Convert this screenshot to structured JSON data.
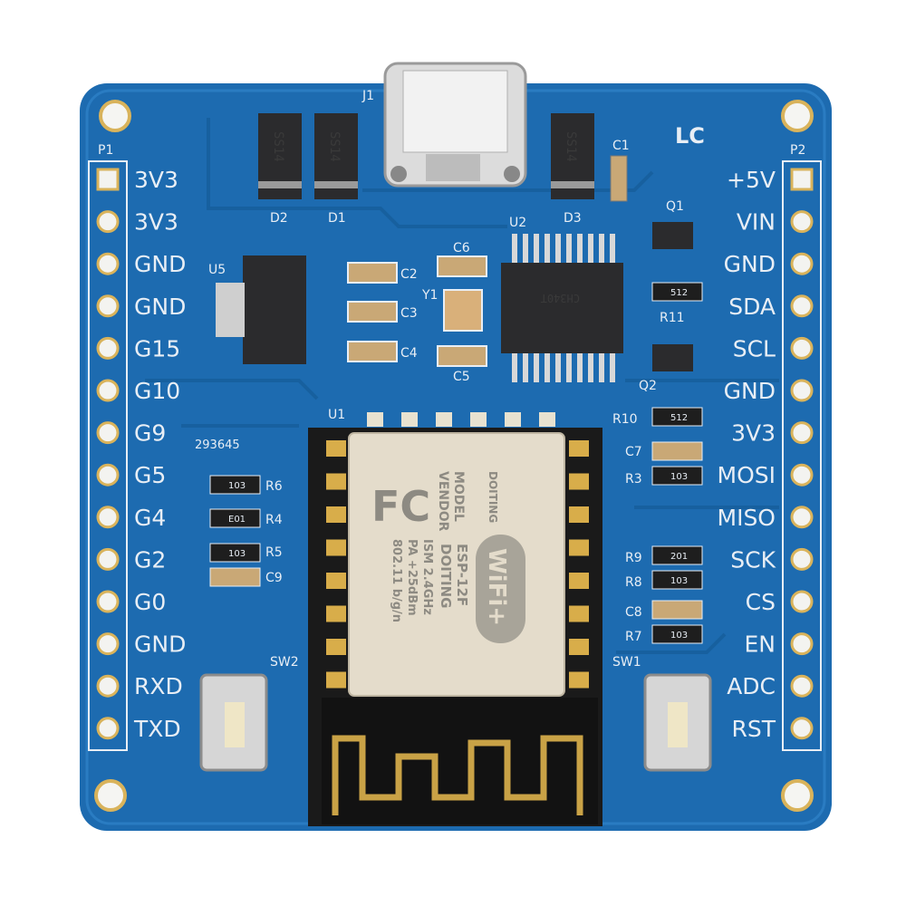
{
  "board": {
    "colors": {
      "pcb": "#1d6bb0",
      "pcb_dark": "#16568f",
      "silk": "#e8eef5",
      "gold": "#d8ad4a",
      "module_shield": "#e4dccb",
      "chip": "#2b2b2d"
    },
    "brand_mark": "LC",
    "header_left": {
      "ref": "P1",
      "pins": [
        "3V3",
        "3V3",
        "GND",
        "GND",
        "G15",
        "G10",
        "G9",
        "G5",
        "G4",
        "G2",
        "G0",
        "GND",
        "RXD",
        "TXD"
      ]
    },
    "header_right": {
      "ref": "P2",
      "pins": [
        "+5V",
        "VIN",
        "GND",
        "SDA",
        "SCL",
        "GND",
        "3V3",
        "MOSI",
        "MISO",
        "SCK",
        "CS",
        "EN",
        "ADC",
        "RST"
      ]
    },
    "refs": {
      "j1": "J1",
      "d1": "D1",
      "d2": "D2",
      "d3": "D3",
      "c1": "C1",
      "q1": "Q1",
      "q2": "Q2",
      "u2": "U2",
      "u5": "U5",
      "u1": "U1",
      "c2": "C2",
      "c3": "C3",
      "c4": "C4",
      "c5": "C5",
      "c6": "C6",
      "c7": "C7",
      "c8": "C8",
      "c9": "C9",
      "y1": "Y1",
      "r3": "R3",
      "r4": "R4",
      "r5": "R5",
      "r6": "R6",
      "r7": "R7",
      "r8": "R8",
      "r9": "R9",
      "r10": "R10",
      "r11": "R11",
      "sw1": "SW1",
      "sw2": "SW2"
    },
    "board_code": "293645",
    "diode_marking": "SS14",
    "usb_chip_marking": "CH340T",
    "resistor_codes": {
      "r11": "512",
      "r10": "512",
      "r3": "103",
      "r9": "201",
      "r8": "103",
      "r7": "103",
      "r6": "103",
      "r4": "E01",
      "r5": "103"
    },
    "module": {
      "model_label": "MODEL",
      "vendor_label": "VENDOR",
      "model": "ESP-12F",
      "vendor": "DOITING",
      "ism": "ISM  2.4GHz",
      "pa": "PA  +25dBm",
      "standard": "802.11 b/g/n",
      "logo_text": "DOITING",
      "wifi_badge": "WiFi+",
      "fcc": "FC"
    }
  }
}
